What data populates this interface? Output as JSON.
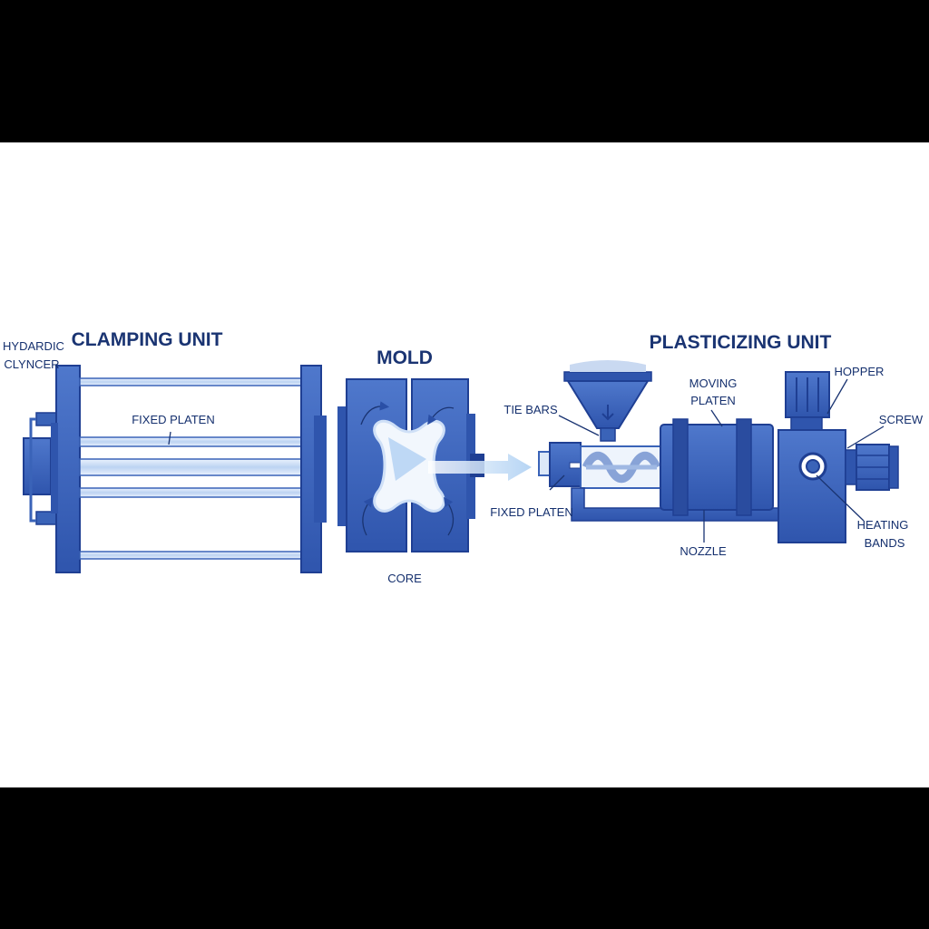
{
  "diagram": {
    "sections": {
      "clamping_unit": "CLAMPING UNIT",
      "mold": "MOLD",
      "plasticizing_unit": "PLASTICIZING UNIT"
    },
    "labels": {
      "hydraulic_cylinder_line1": "HYDARDIC",
      "hydraulic_cylinder_line2": "CLYNCER",
      "fixed_platen_left": "FIXED PLATEN",
      "core": "CORE",
      "tie_bars": "TIE BARS",
      "fixed_platen_right": "FIXED PLATEN",
      "moving_platen_line1": "MOVING",
      "moving_platen_line2": "PLATEN",
      "nozzle": "NOZZLE",
      "hopper": "HOPPER",
      "screw": "SCREW",
      "heating_bands_line1": "HEATING",
      "heating_bands_line2": "BANDS"
    },
    "colors": {
      "primary_blue": "#3a63b8",
      "dark_blue": "#1f3f93",
      "light_blue": "#cfe0f7",
      "label": "#15306e",
      "background": "#ffffff",
      "frame": "#000000"
    }
  }
}
